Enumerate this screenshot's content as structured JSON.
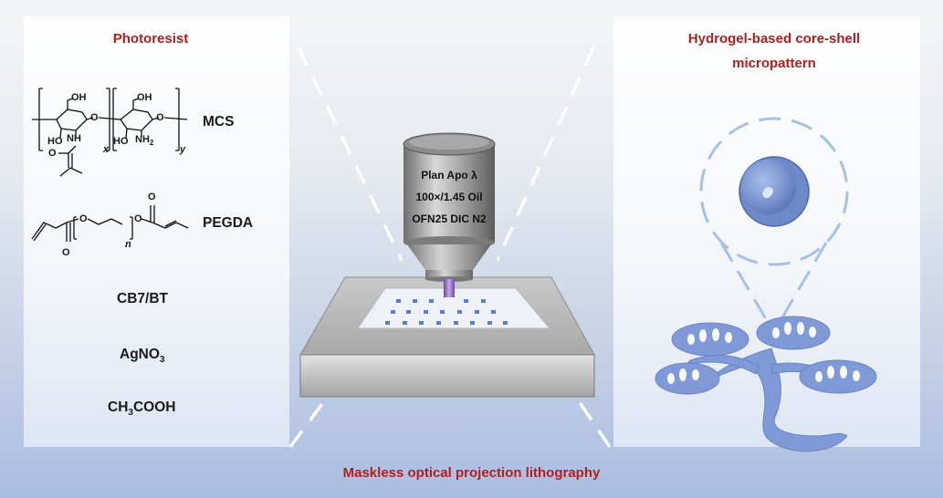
{
  "photoresist": {
    "title": "Photoresist",
    "components": [
      "MCS",
      "PEGDA",
      "CB7/BT"
    ],
    "agno3": {
      "main": "AgNO",
      "sub": "3"
    },
    "acetic": {
      "a": "CH",
      "b": "3",
      "c": "COOH"
    },
    "mcs_atoms": {
      "oh": "OH",
      "o": "O",
      "nh": "NH",
      "ho": "HO",
      "nh2": "NH",
      "two": "2",
      "x": "x",
      "y": "y"
    },
    "pegda_atoms": {
      "o": "O",
      "n": "n"
    }
  },
  "objective": {
    "line1": "Plan Apo λ",
    "line2": "100×/1.45 Oil",
    "line3": "OFN25 DIC N2"
  },
  "micropattern": {
    "title_line1": "Hydrogel-based core-shell",
    "title_line2": "micropattern"
  },
  "footer": {
    "title": "Maskless optical projection lithography"
  },
  "colors": {
    "accent_red": "#b01f1f",
    "hydrogel_blue": "#7f9ad6"
  }
}
